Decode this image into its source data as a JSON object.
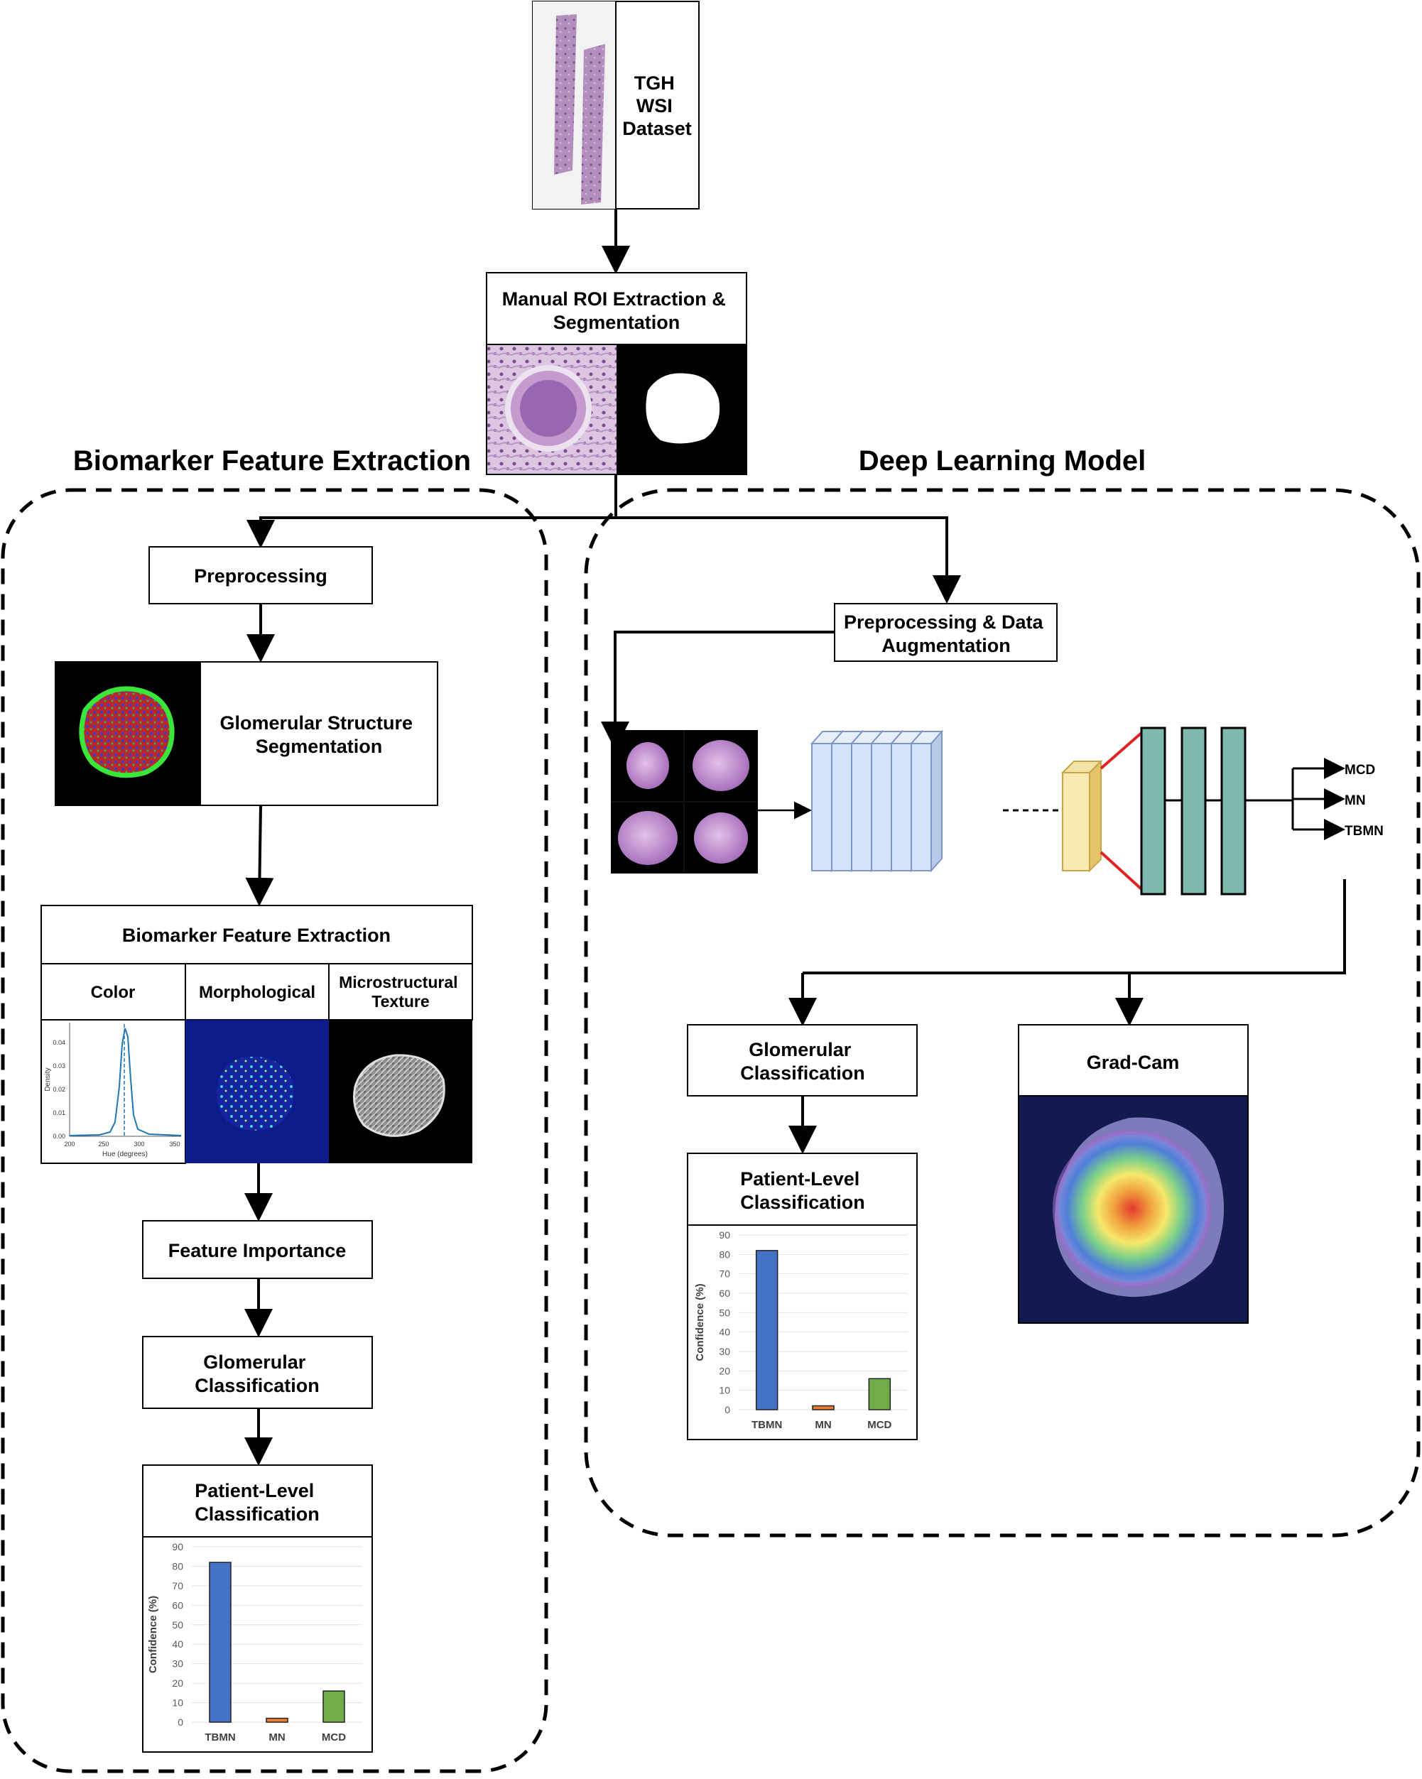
{
  "dataset": {
    "label_lines": [
      "TGH",
      "WSI",
      "Dataset"
    ]
  },
  "roi": {
    "title_lines": [
      "Manual ROI Extraction &",
      "Segmentation"
    ]
  },
  "sections": {
    "left_title": "Biomarker Feature Extraction",
    "right_title": "Deep Learning Model"
  },
  "left": {
    "preprocessing": "Preprocessing",
    "segmentation_lines": [
      "Glomerular Structure",
      "Segmentation"
    ],
    "biomarker": {
      "title": "Biomarker Feature Extraction",
      "col_color": "Color",
      "col_morph": "Morphological",
      "col_texture_lines": [
        "Microstructural",
        "Texture"
      ]
    },
    "hist": {
      "x_ticks": [
        "200",
        "250",
        "300",
        "350"
      ],
      "y_ticks": [
        "0.00",
        "0.01",
        "0.02",
        "0.03",
        "0.04"
      ],
      "xlabel": "Hue (degrees)",
      "ylabel": "Density"
    },
    "feature_importance": "Feature Importance",
    "glom_class_lines": [
      "Glomerular",
      "Classification"
    ],
    "patient_lines": [
      "Patient-Level",
      "Classification"
    ]
  },
  "right": {
    "preproc_aug_lines": [
      "Preprocessing & Data",
      "Augmentation"
    ],
    "outputs": [
      "MCD",
      "MN",
      "TBMN"
    ],
    "glom_class_lines": [
      "Glomerular",
      "Classification"
    ],
    "gradcam": "Grad-Cam",
    "patient_lines": [
      "Patient-Level",
      "Classification"
    ]
  },
  "chart_data": [
    {
      "type": "bar",
      "categories": [
        "TBMN",
        "MN",
        "MCD"
      ],
      "values": [
        82,
        2,
        16
      ],
      "ylabel": "Confidence (%)",
      "ylim": [
        0,
        90
      ],
      "y_ticks": [
        "0",
        "10",
        "20",
        "30",
        "40",
        "50",
        "60",
        "70",
        "80",
        "90"
      ],
      "colors": [
        "#4472c4",
        "#ed7d31",
        "#70ad47"
      ],
      "grid": true
    },
    {
      "type": "bar",
      "categories": [
        "TBMN",
        "MN",
        "MCD"
      ],
      "values": [
        82,
        2,
        16
      ],
      "ylabel": "Confidence (%)",
      "ylim": [
        0,
        90
      ],
      "y_ticks": [
        "0",
        "10",
        "20",
        "30",
        "40",
        "50",
        "60",
        "70",
        "80",
        "90"
      ],
      "colors": [
        "#4472c4",
        "#ed7d31",
        "#70ad47"
      ],
      "grid": true
    }
  ]
}
